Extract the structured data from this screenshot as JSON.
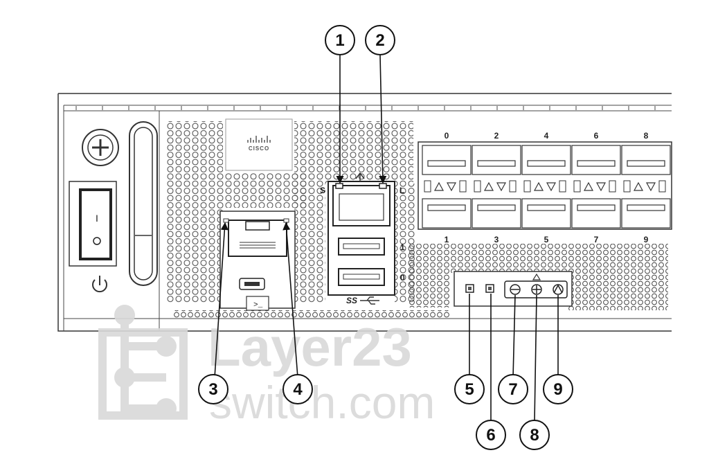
{
  "logo": {
    "text": "CISCO"
  },
  "port_labels_top": [
    "0",
    "2",
    "4",
    "6",
    "8"
  ],
  "port_labels_bottom": [
    "1",
    "3",
    "5",
    "7",
    "9"
  ],
  "mgmt_led_labels": {
    "left": "S",
    "right": "L"
  },
  "usb_labels": {
    "top": "1",
    "bottom": "0",
    "logo": "SS"
  },
  "callouts": [
    "1",
    "2",
    "3",
    "4",
    "5",
    "6",
    "7",
    "8",
    "9"
  ],
  "watermark": {
    "line1": "Layer23",
    "line2": "switch.com"
  }
}
